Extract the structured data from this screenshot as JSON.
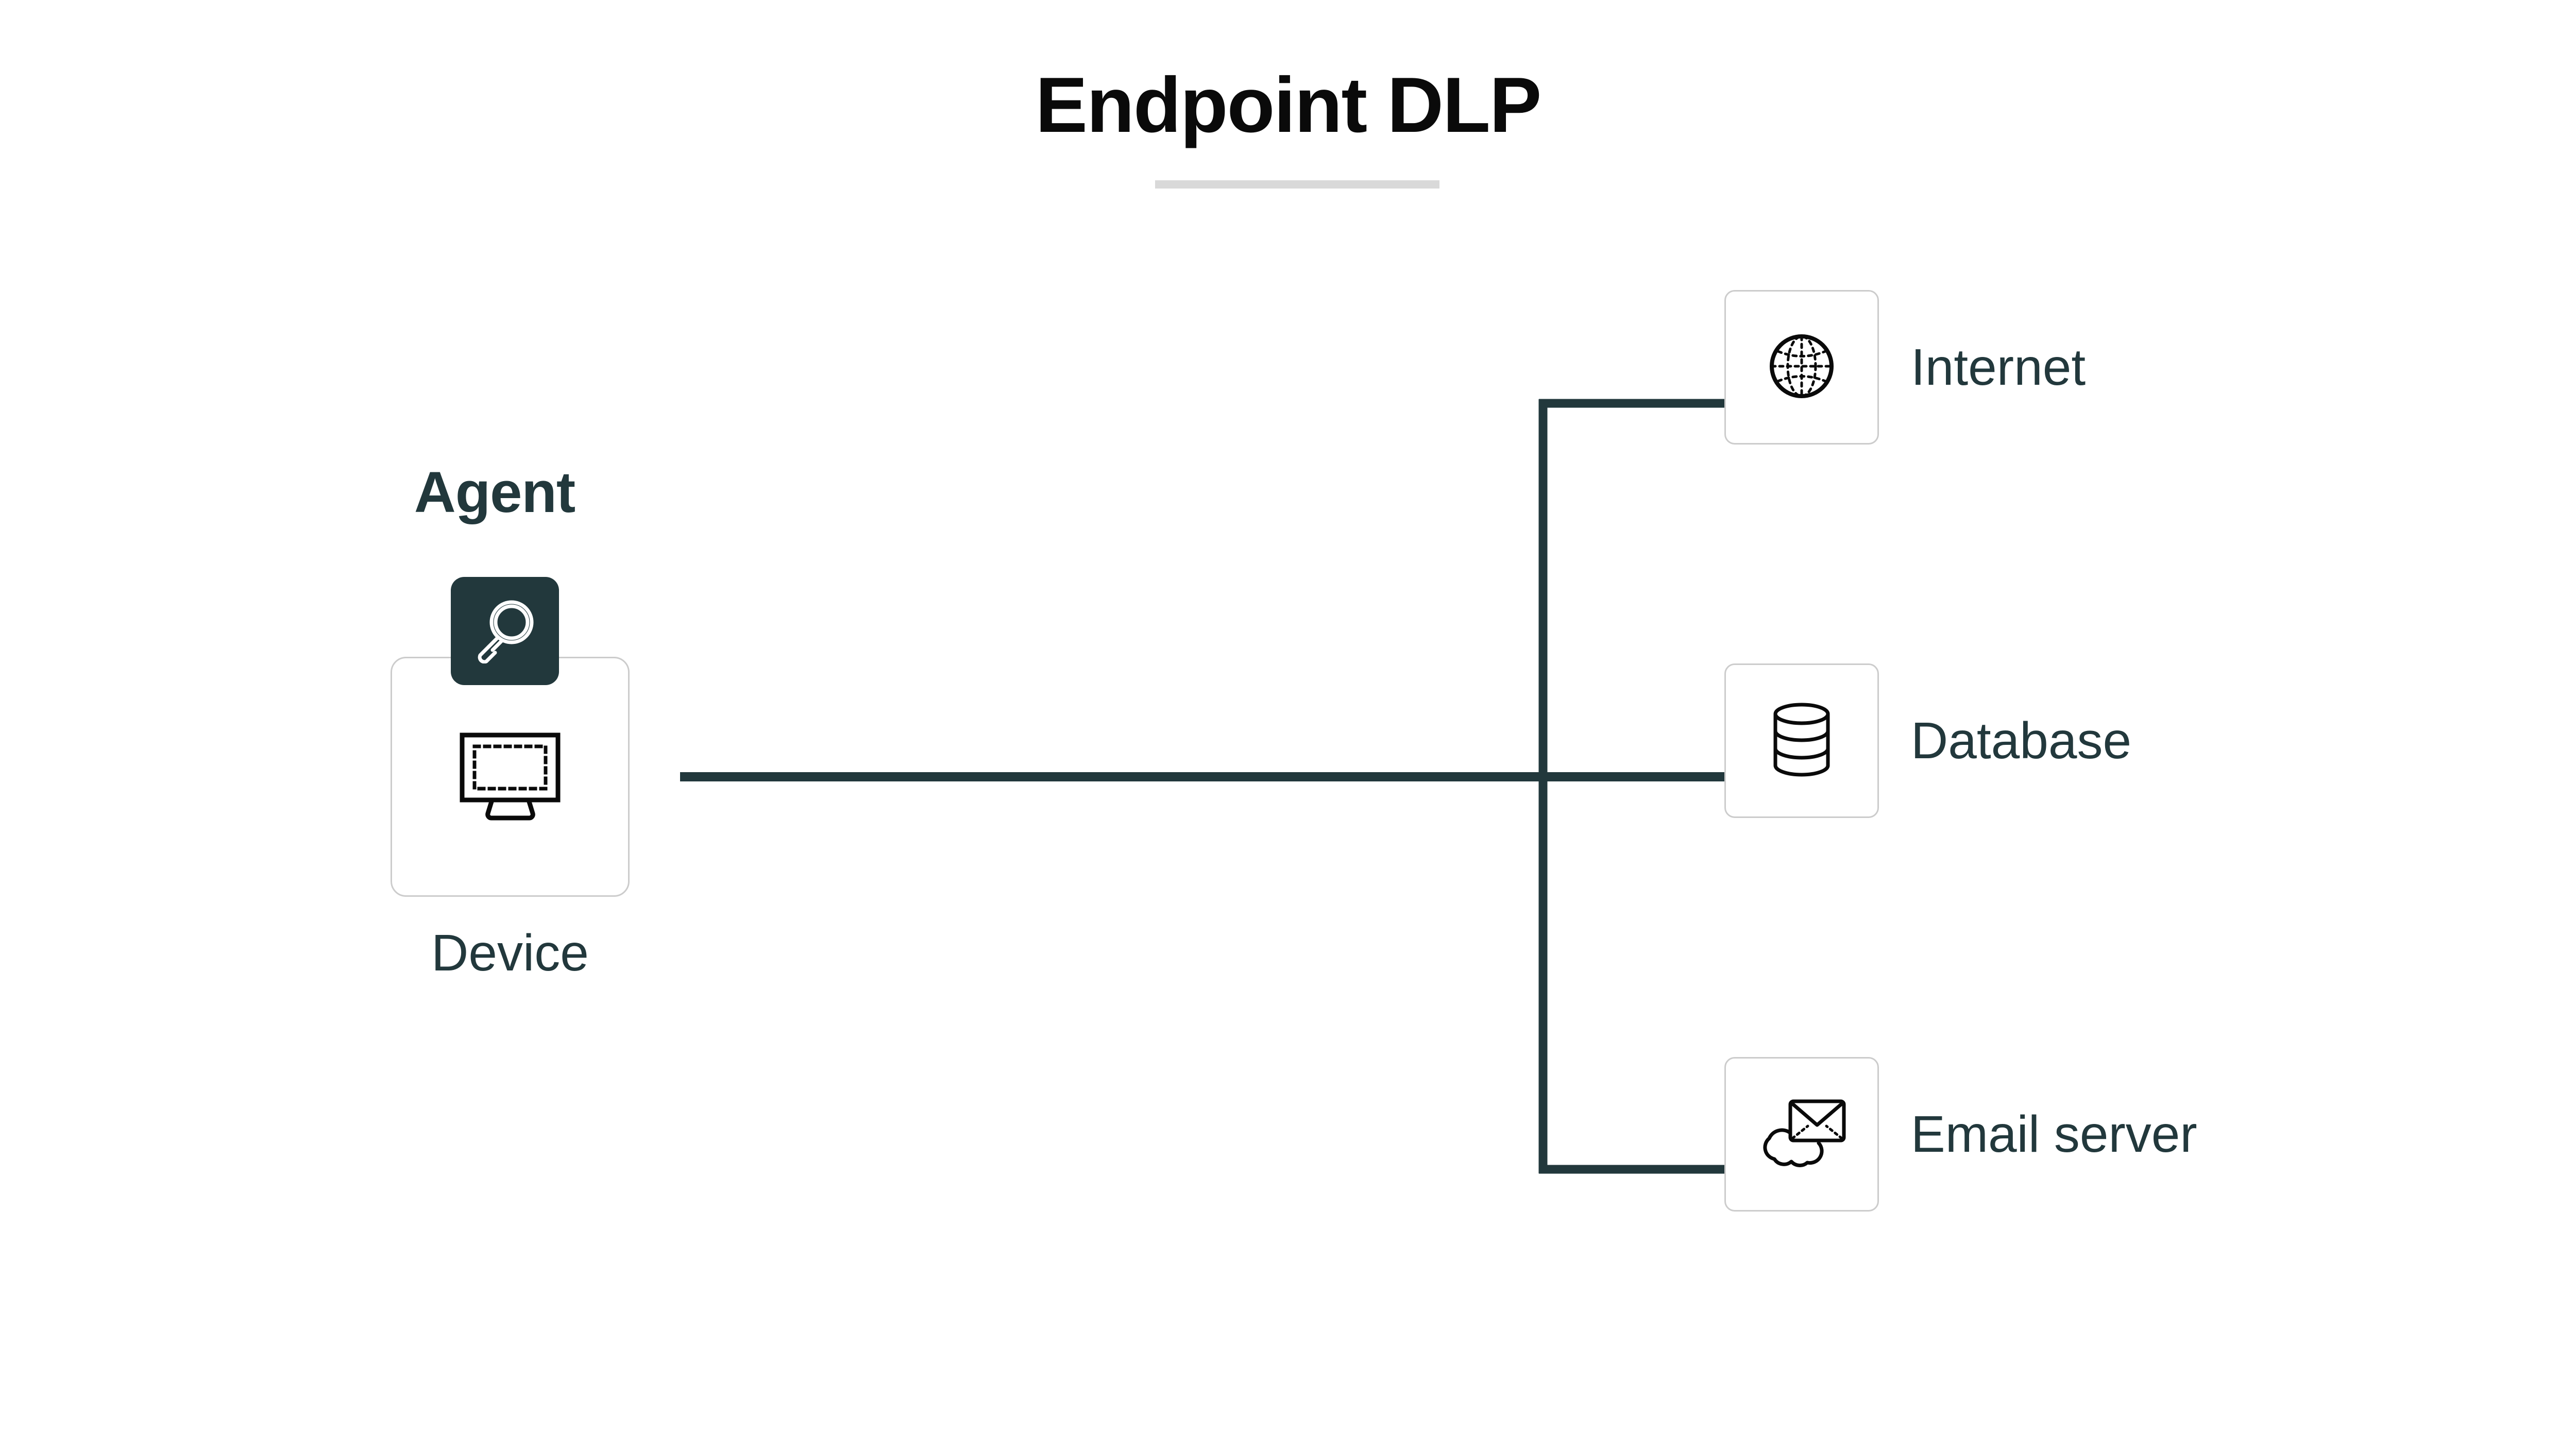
{
  "title": "Endpoint DLP",
  "colors": {
    "title_text": "#0a0a0a",
    "title_rule": "#d9d9d9",
    "accent_teal": "#22383c",
    "card_border": "#cccccc",
    "icon_stroke": "#0a0a0a",
    "badge_icon": "#ffffff",
    "background": "#ffffff"
  },
  "agent": {
    "label": "Agent",
    "badge_icon": "magnifier-icon",
    "device": {
      "label": "Device",
      "icon": "monitor-icon"
    }
  },
  "nodes": [
    {
      "id": "internet",
      "label": "Internet",
      "icon": "globe-icon"
    },
    {
      "id": "database",
      "label": "Database",
      "icon": "database-cylinder-icon"
    },
    {
      "id": "email-server",
      "label": "Email server",
      "icon": "cloud-envelope-icon"
    }
  ],
  "connections": [
    {
      "from": "device",
      "to": "internet"
    },
    {
      "from": "device",
      "to": "database"
    },
    {
      "from": "device",
      "to": "email-server"
    }
  ]
}
